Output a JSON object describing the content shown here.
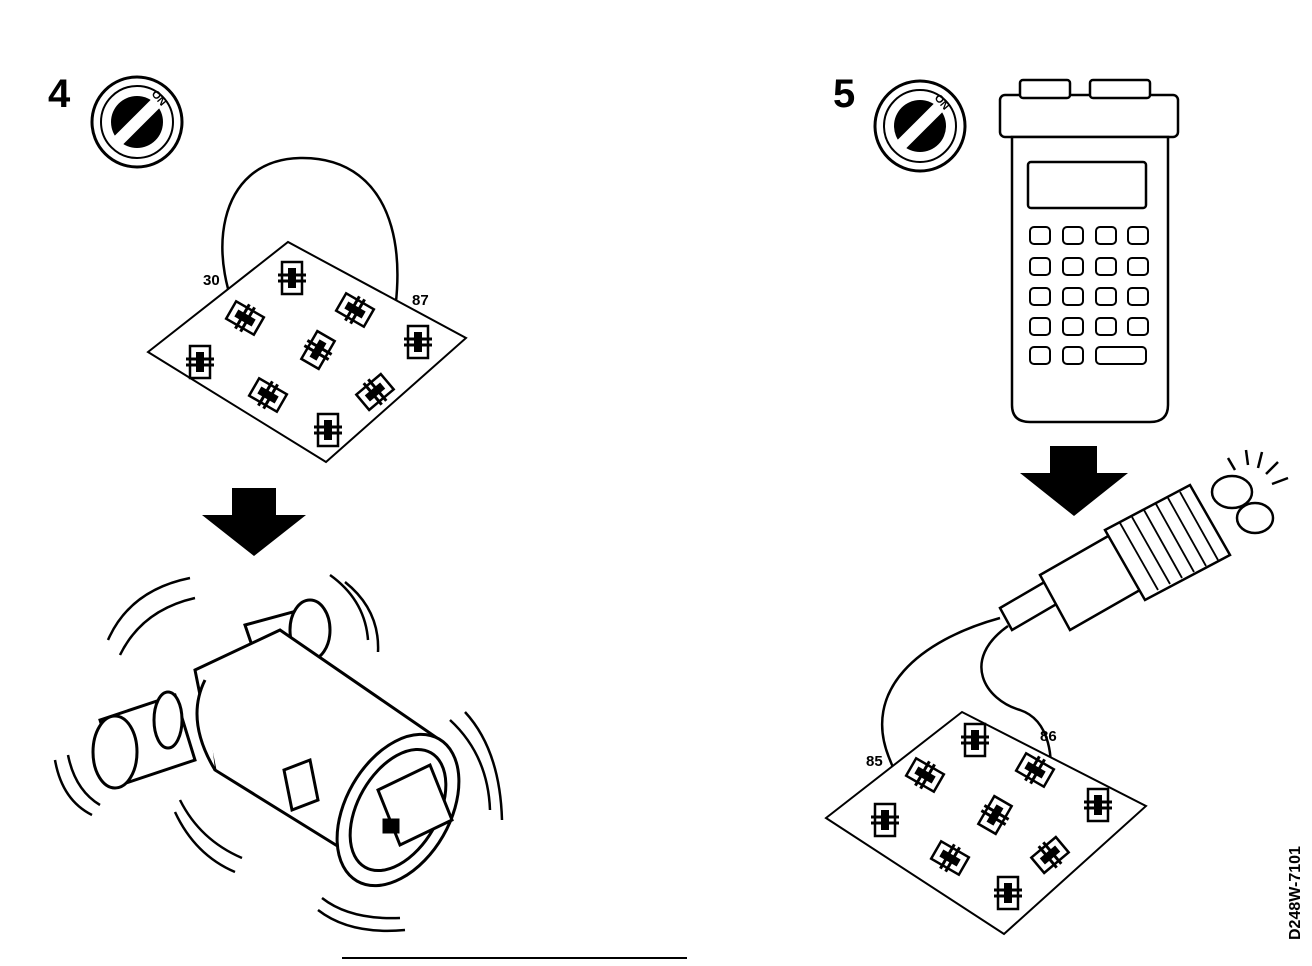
{
  "step4": {
    "number": "4",
    "switch_label": "ON",
    "pin_left": "30",
    "pin_right": "87"
  },
  "step5": {
    "number": "5",
    "switch_label": "ON",
    "pin_left": "85",
    "pin_right": "86"
  },
  "figure_code": "D248W-7101",
  "icons": [
    "ignition-switch-icon",
    "relay-socket-icon",
    "down-arrow-icon",
    "fuel-pump-icon",
    "diagnostic-tester-icon",
    "test-lamp-icon"
  ],
  "colors": {
    "ink": "#000000",
    "paper": "#ffffff"
  }
}
